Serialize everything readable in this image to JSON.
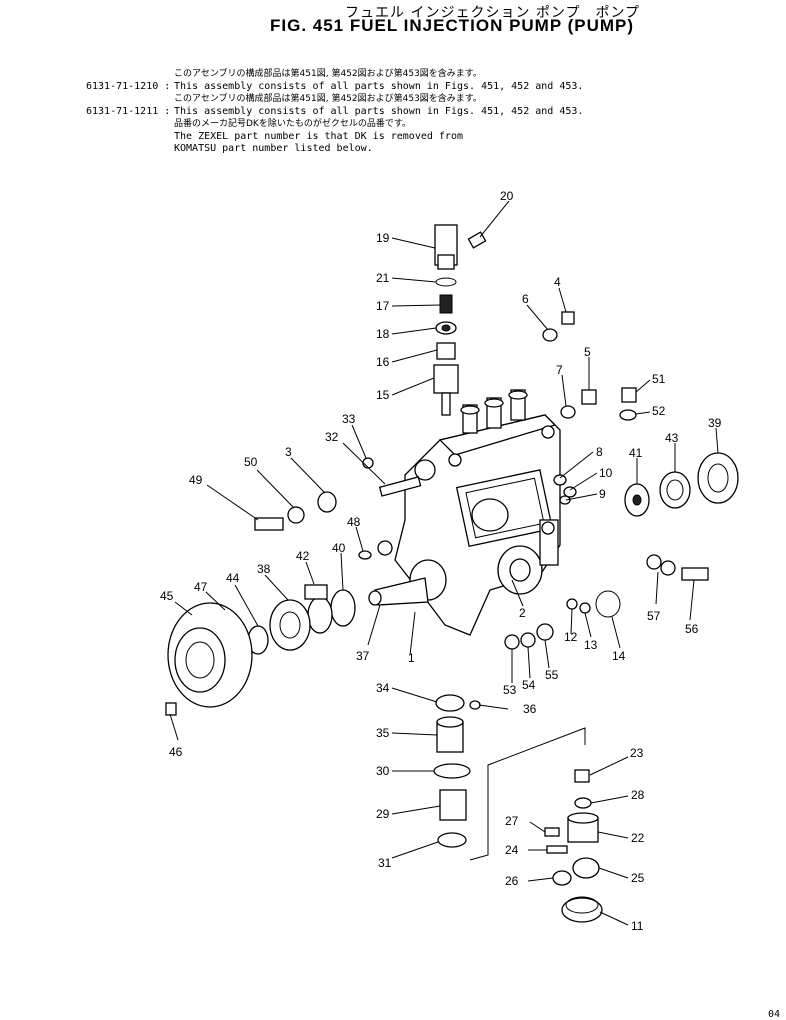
{
  "header": {
    "title_jp": "フュエル インジェクション ポンプ　ポンプ",
    "title": "FIG. 451   FUEL  INJECTION  PUMP  (PUMP)"
  },
  "notes": [
    {
      "code": "",
      "text": "このアセンブリの構成部品は第451図, 第452図および第453図を含みます。",
      "jp": true
    },
    {
      "code": "6131-71-1210 :",
      "text": "This assembly consists of all parts shown in Figs. 451, 452 and 453.",
      "jp": false
    },
    {
      "code": "",
      "text": "このアセンブリの構成部品は第451図, 第452図および第453図を含みます。",
      "jp": true
    },
    {
      "code": "6131-71-1211 :",
      "text": "This assembly consists of all parts shown in Figs. 451, 452 and 453.",
      "jp": false
    },
    {
      "code": "",
      "text": "品番のメーカ記号DKを除いたものがゼクセルの品番です。",
      "jp": true
    },
    {
      "code": "",
      "text": "The ZEXEL part number is that DK is removed from",
      "jp": false
    },
    {
      "code": "",
      "text": "KOMATSU part number listed below.",
      "jp": false
    }
  ],
  "callouts": [
    {
      "label": "20"
    },
    {
      "label": "19"
    },
    {
      "label": "21"
    },
    {
      "label": "17"
    },
    {
      "label": "18"
    },
    {
      "label": "16"
    },
    {
      "label": "15"
    },
    {
      "label": "4"
    },
    {
      "label": "6"
    },
    {
      "label": "5"
    },
    {
      "label": "7"
    },
    {
      "label": "51"
    },
    {
      "label": "52"
    },
    {
      "label": "39"
    },
    {
      "label": "43"
    },
    {
      "label": "41"
    },
    {
      "label": "8"
    },
    {
      "label": "10"
    },
    {
      "label": "9"
    },
    {
      "label": "33"
    },
    {
      "label": "32"
    },
    {
      "label": "3"
    },
    {
      "label": "50"
    },
    {
      "label": "49"
    },
    {
      "label": "48"
    },
    {
      "label": "42"
    },
    {
      "label": "40"
    },
    {
      "label": "38"
    },
    {
      "label": "44"
    },
    {
      "label": "47"
    },
    {
      "label": "45"
    },
    {
      "label": "37"
    },
    {
      "label": "1"
    },
    {
      "label": "2"
    },
    {
      "label": "12"
    },
    {
      "label": "13"
    },
    {
      "label": "14"
    },
    {
      "label": "57"
    },
    {
      "label": "56"
    },
    {
      "label": "53"
    },
    {
      "label": "54"
    },
    {
      "label": "55"
    },
    {
      "label": "34"
    },
    {
      "label": "36"
    },
    {
      "label": "46"
    },
    {
      "label": "35"
    },
    {
      "label": "30"
    },
    {
      "label": "29"
    },
    {
      "label": "31"
    },
    {
      "label": "23"
    },
    {
      "label": "28"
    },
    {
      "label": "27"
    },
    {
      "label": "22"
    },
    {
      "label": "24"
    },
    {
      "label": "25"
    },
    {
      "label": "26"
    },
    {
      "label": "11"
    }
  ],
  "footer": {
    "code": "04"
  }
}
